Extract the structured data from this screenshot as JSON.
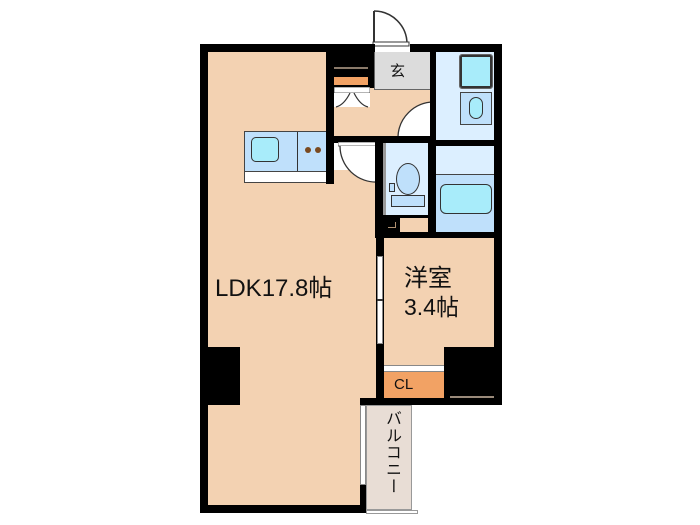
{
  "floor_plan": {
    "rooms": [
      {
        "id": "ldk",
        "label": "LDK17.8帖"
      },
      {
        "id": "western",
        "label_line1": "洋室",
        "label_line2": "3.4帖"
      },
      {
        "id": "entrance",
        "label": "玄"
      },
      {
        "id": "closet",
        "label": "CL"
      },
      {
        "id": "balcony",
        "label": "バルコニー"
      }
    ],
    "colors": {
      "wall": "#000000",
      "floor": "#f3d2b2",
      "wet_area": "#dcefff",
      "fixture": "#a8e6f8",
      "closet": "#f2a264",
      "entrance": "#dcdcdc",
      "balcony": "#e8ddd5"
    }
  }
}
